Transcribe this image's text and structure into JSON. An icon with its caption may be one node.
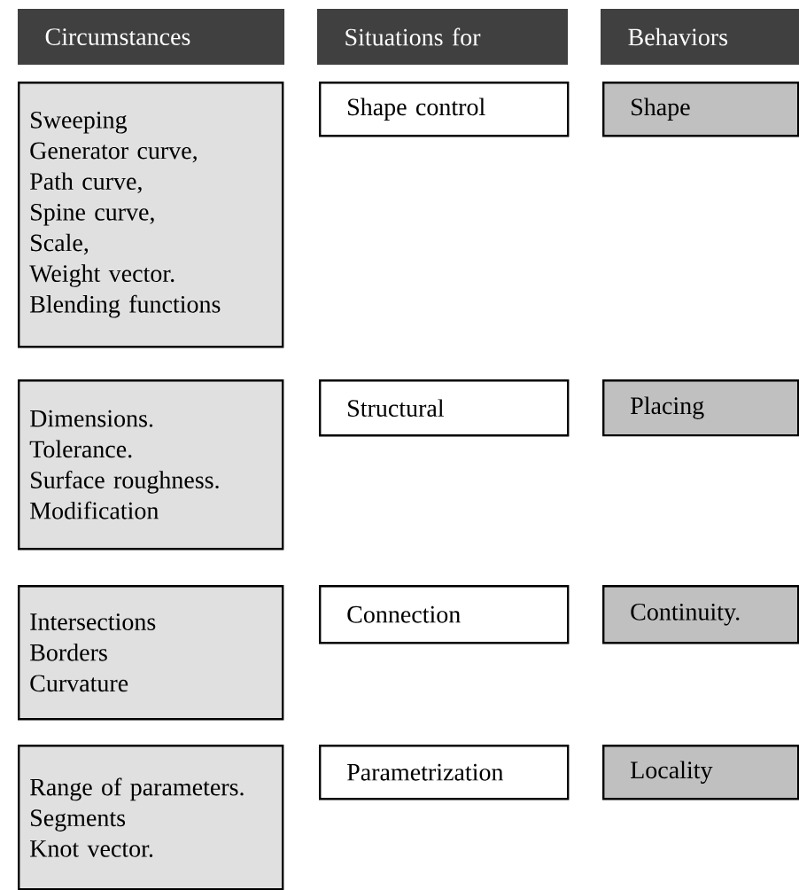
{
  "diagram": {
    "nodes": [
      {
        "text": [
          "Circumstances"
        ]
      },
      {
        "text": [
          "Situations for"
        ]
      },
      {
        "text": [
          "Behaviors"
        ]
      },
      {
        "text": [
          "Sweeping",
          "Generator curve,",
          "Path curve,",
          "Spine curve,",
          "Scale,",
          "Weight vector.",
          "Blending functions"
        ]
      },
      {
        "text": [
          "Shape control"
        ]
      },
      {
        "text": [
          "Shape"
        ]
      },
      {
        "text": [
          "Dimensions.",
          "Tolerance.",
          "Surface roughness.",
          "Modification"
        ]
      },
      {
        "text": [
          "Structural"
        ]
      },
      {
        "text": [
          "Placing"
        ]
      },
      {
        "text": [
          "Intersections",
          "Borders",
          "Curvature"
        ]
      },
      {
        "text": [
          "Connection"
        ]
      },
      {
        "text": [
          "Continuity."
        ]
      },
      {
        "text": [
          "Range of parameters.",
          "Segments",
          "Knot vector."
        ]
      },
      {
        "text": [
          "Parametrization"
        ]
      },
      {
        "text": [
          "Locality"
        ]
      }
    ]
  }
}
